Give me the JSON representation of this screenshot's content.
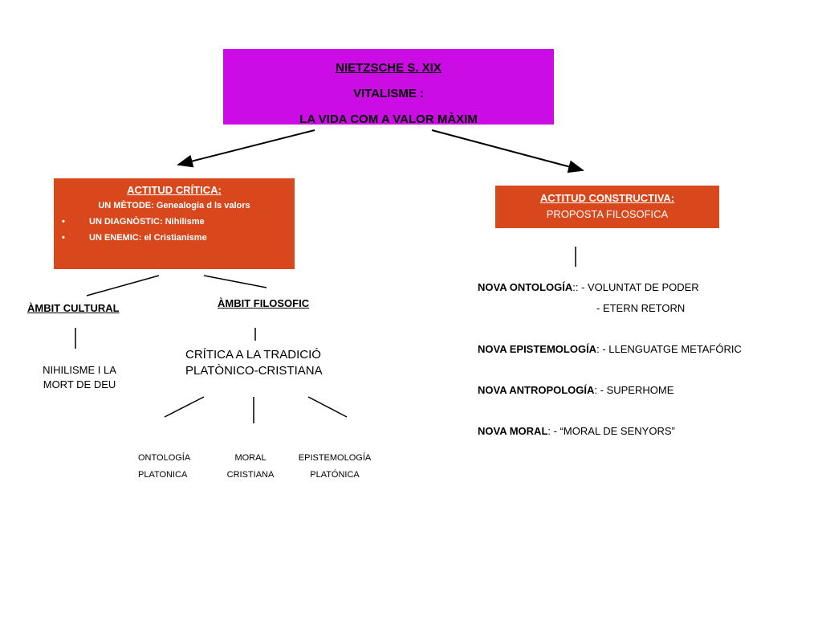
{
  "main": {
    "line1": "NIETZSCHE  S. XIX",
    "line2": "VITALISME  :",
    "line3": "LA VIDA COM A  VALOR MÀXIM"
  },
  "critica": {
    "title": "ACTITUD CRÍTICA:",
    "metode": "UN MÈTODE: Genealogia  d ls valors",
    "bullets": [
      "UN DIAGNÒSTIC: Nihilisme",
      "UN ENEMIC:  el Cristianisme"
    ]
  },
  "constructiva": {
    "title": "ACTITUD CONSTRUCTIVA:",
    "subtitle": "PROPOSTA FILOSOFICA"
  },
  "ambit_cultural": {
    "label": "ÀMBIT  CULTURAL",
    "text_line1": "NIHILISME I LA",
    "text_line2": "MORT DE DEU"
  },
  "ambit_filosofic": {
    "label": "ÀMBIT FILOSOFIC",
    "text_line1": "CRÍTICA A LA TRADICIÓ",
    "text_line2": "PLATÒNICO-CRISTIANA",
    "items": [
      {
        "line1": "ONTOLOGÍA",
        "line2": "PLATONICA"
      },
      {
        "line1": "MORAL",
        "line2": "CRISTIANA"
      },
      {
        "line1": "EPISTEMOLOGÍA",
        "line2": "PLATÓNICA"
      }
    ]
  },
  "nova": [
    {
      "head": "NOVA  ONTOLOGÍA",
      "sep": ":: ",
      "value": "- VOLUNTAT DE PODER"
    },
    {
      "head": "",
      "sep": "",
      "value": "- ETERN RETORN"
    },
    {
      "head": "NOVA  EPISTEMOLOGÍA",
      "sep": ":  ",
      "value": "- LLENGUATGE METAFÓRIC"
    },
    {
      "head": "NOVA  ANTROPOLOGÍA",
      "sep": ": ",
      "value": "- SUPERHOME"
    },
    {
      "head": "NOVA  MORAL",
      "sep": ": ",
      "value": "- “MORAL DE SENYORS”"
    }
  ]
}
